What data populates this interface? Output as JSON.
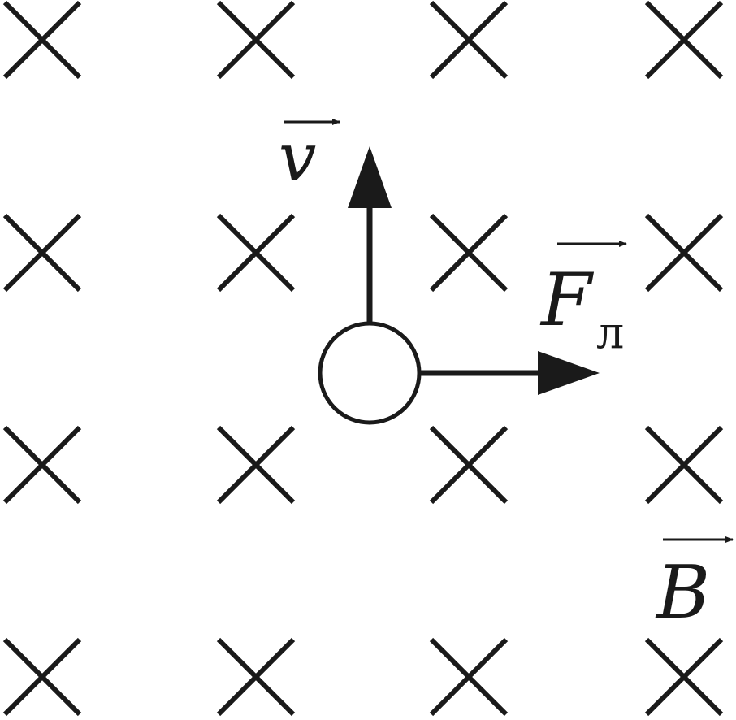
{
  "colors": {
    "ink": "#1a1a1a",
    "background": "#ffffff"
  },
  "field": {
    "symbol": "cross",
    "rows": 4,
    "cols": 4
  },
  "labels": {
    "velocity": "v",
    "force": "F",
    "force_subscript": "л",
    "field": "B"
  }
}
